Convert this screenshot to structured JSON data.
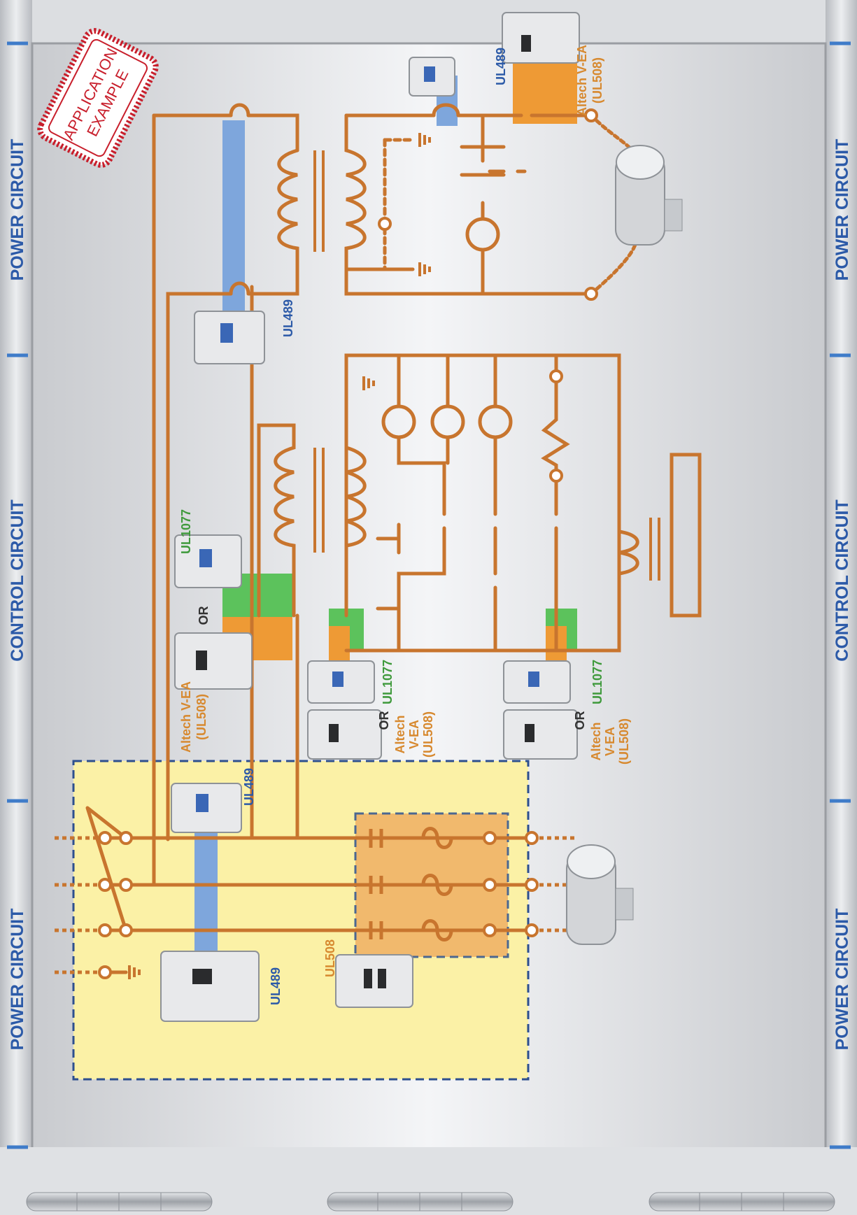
{
  "stamp": {
    "line1": "APPLICATION",
    "line2": "EXAMPLE"
  },
  "side_labels": {
    "left": [
      "POWER CIRCUIT",
      "CONTROL CIRCUIT",
      "POWER CIRCUIT"
    ],
    "right": [
      "POWER CIRCUIT",
      "CONTROL CIRCUIT",
      "POWER CIRCUIT"
    ]
  },
  "device_labels": {
    "ul489_top": "UL489",
    "ul489_mid": "UL489",
    "ul489_power": "UL489",
    "ul489_main": "UL489",
    "ul508_power": "UL508",
    "ul1077_left": "UL1077",
    "ul1077_center": "UL1077",
    "ul1077_right": "UL1077",
    "or_left": "OR",
    "or_center": "OR",
    "or_right": "OR",
    "altech_top_1": "Altech V-EA",
    "altech_top_2": "(UL508)",
    "altech_left_1": "Altech V-EA",
    "altech_left_2": "(UL508)",
    "altech_center_1": "Altech",
    "altech_center_2": "V-EA",
    "altech_center_3": "(UL508)",
    "altech_right_1": "Altech",
    "altech_right_2": "V-EA",
    "altech_right_3": "(UL508)"
  },
  "colors": {
    "wire": "#c8752e",
    "label_blue": "#2c5aa8",
    "label_green": "#3f9a3c",
    "label_orange": "#d7892f",
    "stamp_red": "#c81e2b",
    "highlight_blue": "#7ea6dc",
    "highlight_green": "#5cc25c",
    "highlight_orange": "#ee9a35",
    "zone_yellow": "#fbf1a6",
    "zone_orange": "#f0b064",
    "zone_border": "#2d4f8e"
  }
}
